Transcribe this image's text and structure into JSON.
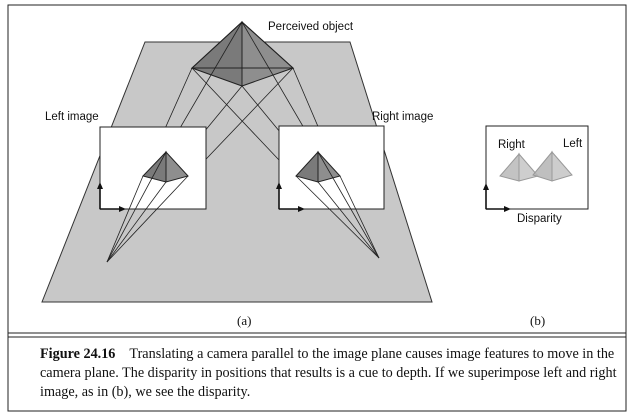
{
  "figure": {
    "labels": {
      "perceived_object": "Perceived object",
      "left_image": "Left image",
      "right_image": "Right image",
      "panel_a": "(a)",
      "panel_b": "(b)",
      "b_right": "Right",
      "b_left": "Left",
      "disparity": "Disparity"
    },
    "colors": {
      "plane": "#c8c8c8",
      "pyramid_dark": "#7a7a7a",
      "pyramid_light": "#b4b4b4",
      "ghost_pyramid": "#bdbdbd"
    }
  },
  "caption": {
    "label": "Figure 24.16",
    "text": "Translating a camera parallel to the image plane causes image features to move in the camera plane. The disparity in positions that results is a cue to depth. If we superimpose left and right image, as in (b), we see the disparity."
  }
}
